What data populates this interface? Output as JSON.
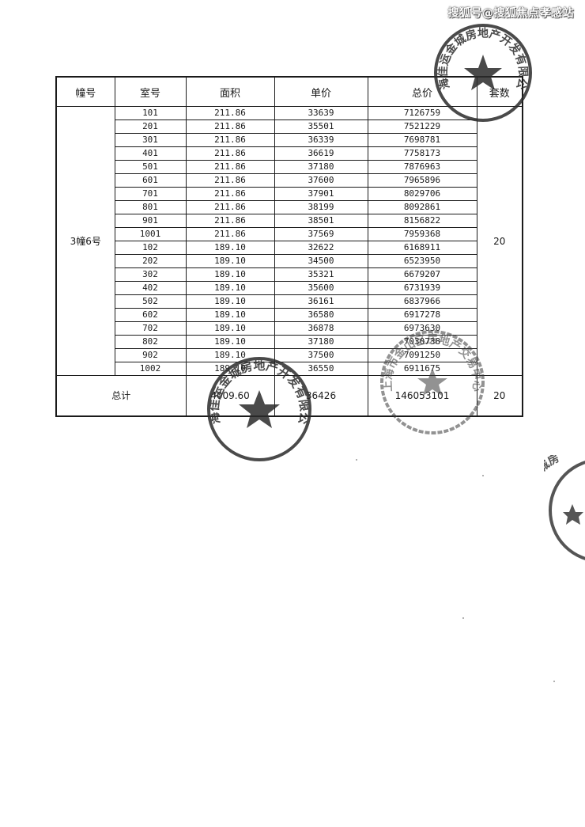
{
  "watermark": "搜狐号@搜狐焦点孝感站",
  "table": {
    "headers": {
      "building": "幢号",
      "room": "室号",
      "area": "面积",
      "unit_price": "单价",
      "total_price": "总价",
      "sets": "套数"
    },
    "building": "3幢6号",
    "sets": "20",
    "rows": [
      {
        "room": "101",
        "area": "211.86",
        "unit_price": "33639",
        "total_price": "7126759"
      },
      {
        "room": "201",
        "area": "211.86",
        "unit_price": "35501",
        "total_price": "7521229"
      },
      {
        "room": "301",
        "area": "211.86",
        "unit_price": "36339",
        "total_price": "7698781"
      },
      {
        "room": "401",
        "area": "211.86",
        "unit_price": "36619",
        "total_price": "7758173"
      },
      {
        "room": "501",
        "area": "211.86",
        "unit_price": "37180",
        "total_price": "7876963"
      },
      {
        "room": "601",
        "area": "211.86",
        "unit_price": "37600",
        "total_price": "7965896"
      },
      {
        "room": "701",
        "area": "211.86",
        "unit_price": "37901",
        "total_price": "8029706"
      },
      {
        "room": "801",
        "area": "211.86",
        "unit_price": "38199",
        "total_price": "8092861"
      },
      {
        "room": "901",
        "area": "211.86",
        "unit_price": "38501",
        "total_price": "8156822"
      },
      {
        "room": "1001",
        "area": "211.86",
        "unit_price": "37569",
        "total_price": "7959368"
      },
      {
        "room": "102",
        "area": "189.10",
        "unit_price": "32622",
        "total_price": "6168911"
      },
      {
        "room": "202",
        "area": "189.10",
        "unit_price": "34500",
        "total_price": "6523950"
      },
      {
        "room": "302",
        "area": "189.10",
        "unit_price": "35321",
        "total_price": "6679207"
      },
      {
        "room": "402",
        "area": "189.10",
        "unit_price": "35600",
        "total_price": "6731939"
      },
      {
        "room": "502",
        "area": "189.10",
        "unit_price": "36161",
        "total_price": "6837966"
      },
      {
        "room": "602",
        "area": "189.10",
        "unit_price": "36580",
        "total_price": "6917278"
      },
      {
        "room": "702",
        "area": "189.10",
        "unit_price": "36878",
        "total_price": "6973630"
      },
      {
        "room": "802",
        "area": "189.10",
        "unit_price": "37180",
        "total_price": "7030738"
      },
      {
        "room": "902",
        "area": "189.10",
        "unit_price": "37500",
        "total_price": "7091250"
      },
      {
        "room": "1002",
        "area": "189.10",
        "unit_price": "36550",
        "total_price": "6911675"
      }
    ],
    "total": {
      "label": "总计",
      "area": "4009.60",
      "unit_price": "36426",
      "total_price": "146053101",
      "sets": "20"
    }
  },
  "stamps": {
    "top_right": "上海佳运金城房地产开发有限公司",
    "bottom_left": "上海佳运金城房地产开发有限公司",
    "bottom_right": "上海市金山区房地产交易中心",
    "right_edge": "上海佳运金城房"
  },
  "colors": {
    "stamp": "#2b2b2b",
    "ink": "#1a1a1a"
  }
}
